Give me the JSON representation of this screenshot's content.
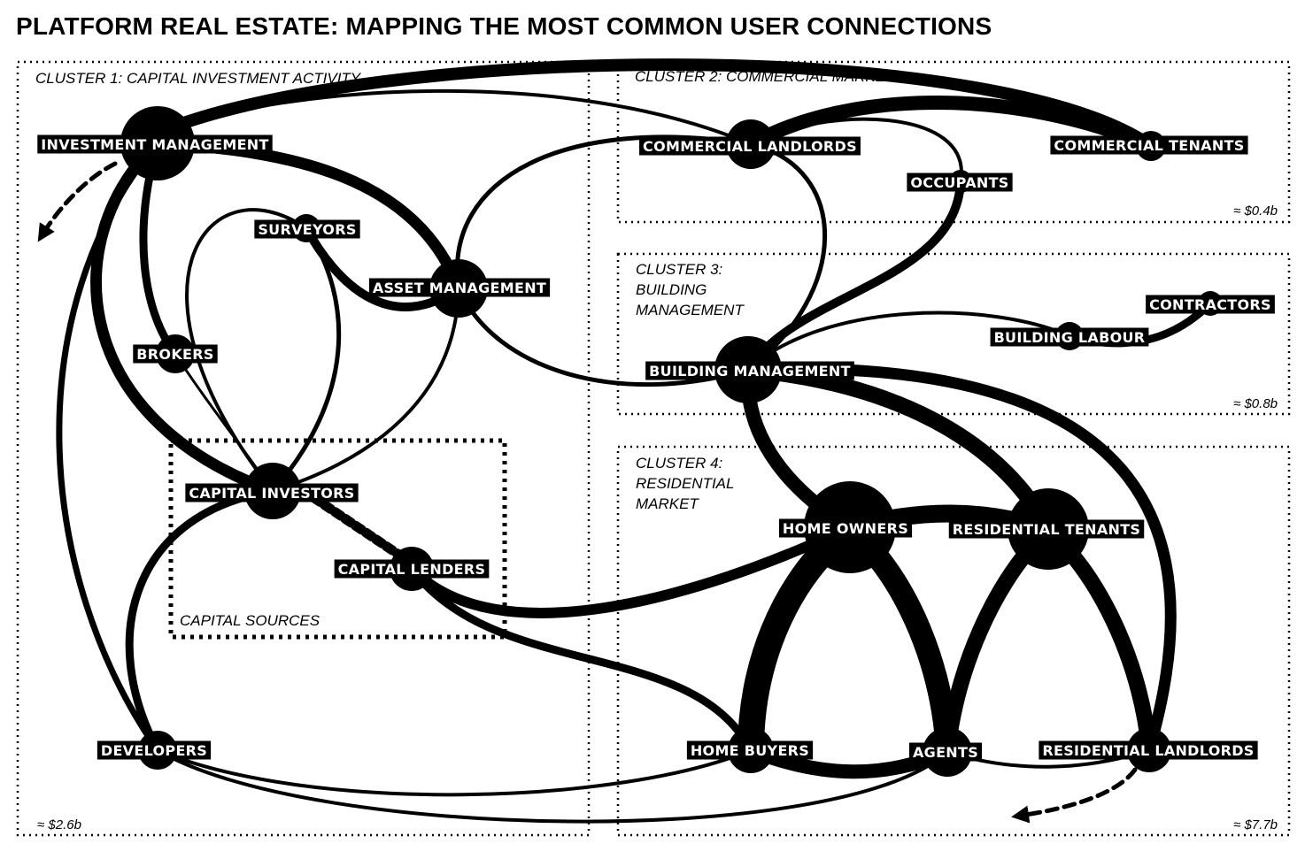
{
  "title": "PLATFORM REAL ESTATE: MAPPING THE MOST COMMON USER CONNECTIONS",
  "clusters": [
    {
      "id": "c1",
      "lines": [
        "CLUSTER 1: CAPITAL INVESTMENT ACTIVITY"
      ],
      "value": "≈ $2.6b"
    },
    {
      "id": "c2",
      "lines": [
        "CLUSTER 2: COMMERCIAL MARKET"
      ],
      "value": "≈ $0.4b"
    },
    {
      "id": "c3",
      "lines": [
        "CLUSTER 3:",
        "BUILDING",
        "MANAGEMENT"
      ],
      "value": "≈ $0.8b"
    },
    {
      "id": "c4",
      "lines": [
        "CLUSTER 4:",
        "RESIDENTIAL",
        "MARKET"
      ],
      "value": "≈ $7.7b"
    }
  ],
  "sub_group": {
    "label": "CAPITAL SOURCES"
  },
  "nodes": [
    {
      "id": "investment-management",
      "label": "INVESTMENT MANAGEMENT"
    },
    {
      "id": "surveyors",
      "label": "SURVEYORS"
    },
    {
      "id": "asset-management",
      "label": "ASSET MANAGEMENT"
    },
    {
      "id": "brokers",
      "label": "BROKERS"
    },
    {
      "id": "capital-investors",
      "label": "CAPITAL INVESTORS"
    },
    {
      "id": "capital-lenders",
      "label": "CAPITAL LENDERS"
    },
    {
      "id": "developers",
      "label": "DEVELOPERS"
    },
    {
      "id": "commercial-landlords",
      "label": "COMMERCIAL LANDLORDS"
    },
    {
      "id": "commercial-tenants",
      "label": "COMMERCIAL TENANTS"
    },
    {
      "id": "occupants",
      "label": "OCCUPANTS"
    },
    {
      "id": "contractors",
      "label": "CONTRACTORS"
    },
    {
      "id": "building-labour",
      "label": "BUILDING LABOUR"
    },
    {
      "id": "building-management",
      "label": "BUILDING MANAGEMENT"
    },
    {
      "id": "home-owners",
      "label": "HOME OWNERS"
    },
    {
      "id": "residential-tenants",
      "label": "RESIDENTIAL TENANTS"
    },
    {
      "id": "home-buyers",
      "label": "HOME BUYERS"
    },
    {
      "id": "agents",
      "label": "AGENTS"
    },
    {
      "id": "residential-landlords",
      "label": "RESIDENTIAL LANDLORDS"
    }
  ],
  "edges": [
    {
      "from": "investment-management",
      "to": "asset-management",
      "weight": "heavy"
    },
    {
      "from": "investment-management",
      "to": "brokers",
      "weight": "medium"
    },
    {
      "from": "investment-management",
      "to": "capital-investors",
      "weight": "heavy"
    },
    {
      "from": "investment-management",
      "to": "developers",
      "weight": "medium"
    },
    {
      "from": "investment-management",
      "to": "commercial-tenants",
      "weight": "heavy"
    },
    {
      "from": "investment-management",
      "to": "commercial-landlords",
      "weight": "light"
    },
    {
      "from": "surveyors",
      "to": "capital-investors",
      "weight": "light"
    },
    {
      "from": "surveyors",
      "to": "asset-management",
      "weight": "medium"
    },
    {
      "from": "asset-management",
      "to": "commercial-landlords",
      "weight": "light"
    },
    {
      "from": "asset-management",
      "to": "building-management",
      "weight": "light"
    },
    {
      "from": "asset-management",
      "to": "capital-investors",
      "weight": "light"
    },
    {
      "from": "brokers",
      "to": "capital-investors",
      "weight": "light"
    },
    {
      "from": "capital-investors",
      "to": "capital-lenders",
      "weight": "dashed"
    },
    {
      "from": "capital-investors",
      "to": "developers",
      "weight": "medium"
    },
    {
      "from": "capital-lenders",
      "to": "home-owners",
      "weight": "medium"
    },
    {
      "from": "capital-lenders",
      "to": "home-buyers",
      "weight": "medium"
    },
    {
      "from": "developers",
      "to": "agents",
      "weight": "light"
    },
    {
      "from": "developers",
      "to": "home-buyers",
      "weight": "light"
    },
    {
      "from": "commercial-landlords",
      "to": "commercial-tenants",
      "weight": "heavy"
    },
    {
      "from": "commercial-landlords",
      "to": "occupants",
      "weight": "light"
    },
    {
      "from": "commercial-landlords",
      "to": "building-management",
      "weight": "light"
    },
    {
      "from": "occupants",
      "to": "building-management",
      "weight": "medium"
    },
    {
      "from": "building-management",
      "to": "building-labour",
      "weight": "light"
    },
    {
      "from": "building-labour",
      "to": "contractors",
      "weight": "medium"
    },
    {
      "from": "building-management",
      "to": "home-owners",
      "weight": "heavy"
    },
    {
      "from": "building-management",
      "to": "residential-tenants",
      "weight": "heavy"
    },
    {
      "from": "building-management",
      "to": "residential-landlords",
      "weight": "heavy"
    },
    {
      "from": "home-owners",
      "to": "residential-tenants",
      "weight": "heavy"
    },
    {
      "from": "home-owners",
      "to": "home-buyers",
      "weight": "very-heavy"
    },
    {
      "from": "home-owners",
      "to": "agents",
      "weight": "very-heavy"
    },
    {
      "from": "residential-tenants",
      "to": "agents",
      "weight": "heavy"
    },
    {
      "from": "residential-tenants",
      "to": "residential-landlords",
      "weight": "heavy"
    },
    {
      "from": "home-buyers",
      "to": "agents",
      "weight": "heavy"
    },
    {
      "from": "agents",
      "to": "residential-landlords",
      "weight": "light"
    }
  ]
}
